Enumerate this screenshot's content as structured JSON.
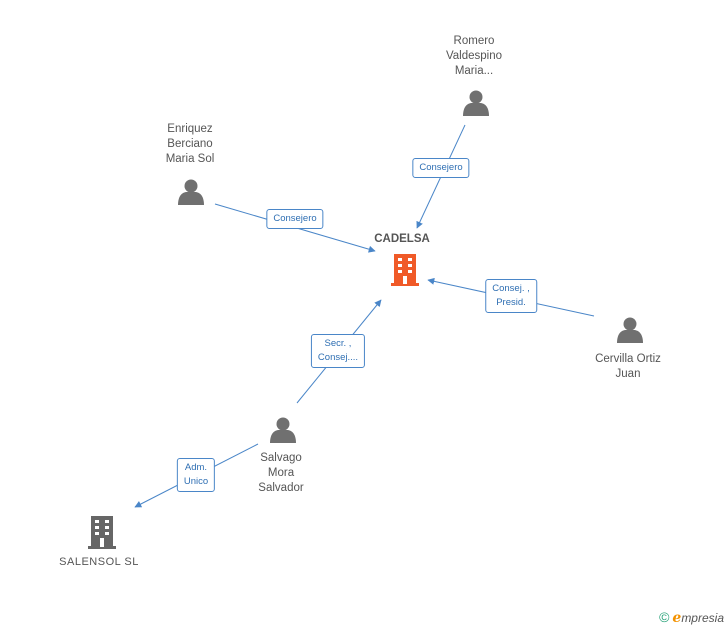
{
  "nodes": {
    "cadelsa": {
      "label": "CADELSA",
      "type": "company",
      "color": "#f05a28"
    },
    "salensol": {
      "label": "SALENSOL SL",
      "type": "company",
      "color": "#666666"
    },
    "romero": {
      "label": "Romero\nValdespino\nMaria...",
      "type": "person"
    },
    "enriquez": {
      "label": "Enriquez\nBerciano\nMaria Sol",
      "type": "person"
    },
    "cervilla": {
      "label": "Cervilla Ortiz\nJuan",
      "type": "person"
    },
    "salvago": {
      "label": "Salvago\nMora\nSalvador",
      "type": "person"
    }
  },
  "edges": {
    "romero_cadelsa": {
      "label": "Consejero"
    },
    "enriquez_cadelsa": {
      "label": "Consejero"
    },
    "cervilla_cadelsa": {
      "label": "Consej. ,\nPresid."
    },
    "salvago_cadelsa": {
      "label": "Secr. ,\nConsej...."
    },
    "salvago_salensol": {
      "label": "Adm.\nUnico"
    }
  },
  "colors": {
    "edge": "#4a86c8",
    "person_icon": "#707070",
    "company_main": "#f05a28",
    "company_other": "#666666"
  },
  "brand": {
    "copyright": "©",
    "e": "e",
    "rest": "mpresia"
  }
}
